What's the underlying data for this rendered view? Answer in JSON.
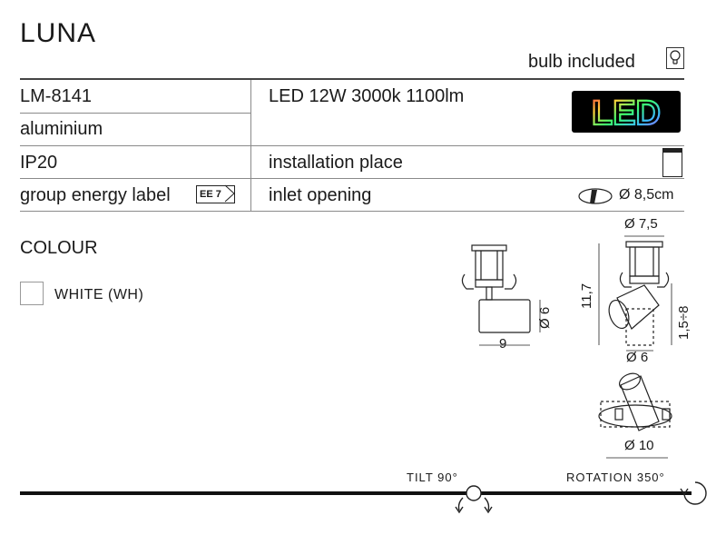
{
  "title": "LUNA",
  "bulb_included": "bulb included",
  "rows": {
    "model": "LM-8141",
    "material": "aluminium",
    "ip": "IP20",
    "energy_label": "group energy label",
    "energy_class": "EE 7",
    "source": "LED 12W 3000k 1100lm",
    "led_logo": "LED",
    "installation": "installation place",
    "inlet": "inlet opening",
    "inlet_value": "Ø 8,5cm"
  },
  "colour": {
    "heading": "COLOUR",
    "options": [
      {
        "label": "WHITE (WH)",
        "color": "#ffffff"
      }
    ]
  },
  "dimensions": {
    "side_width": "9",
    "side_diameter": "Ø 6",
    "top_diameter": "Ø 7,5",
    "height": "11,7",
    "head_diameter": "Ø 6",
    "range": "1,5÷8",
    "base_diameter": "Ø 10"
  },
  "motion": {
    "tilt": "TILT 90°",
    "rotation": "ROTATION 350°"
  },
  "icons": [
    "bulb-icon",
    "led-logo",
    "installation-icon",
    "energy-label-icon",
    "inlet-icon",
    "tilt-icon",
    "rotation-icon"
  ]
}
